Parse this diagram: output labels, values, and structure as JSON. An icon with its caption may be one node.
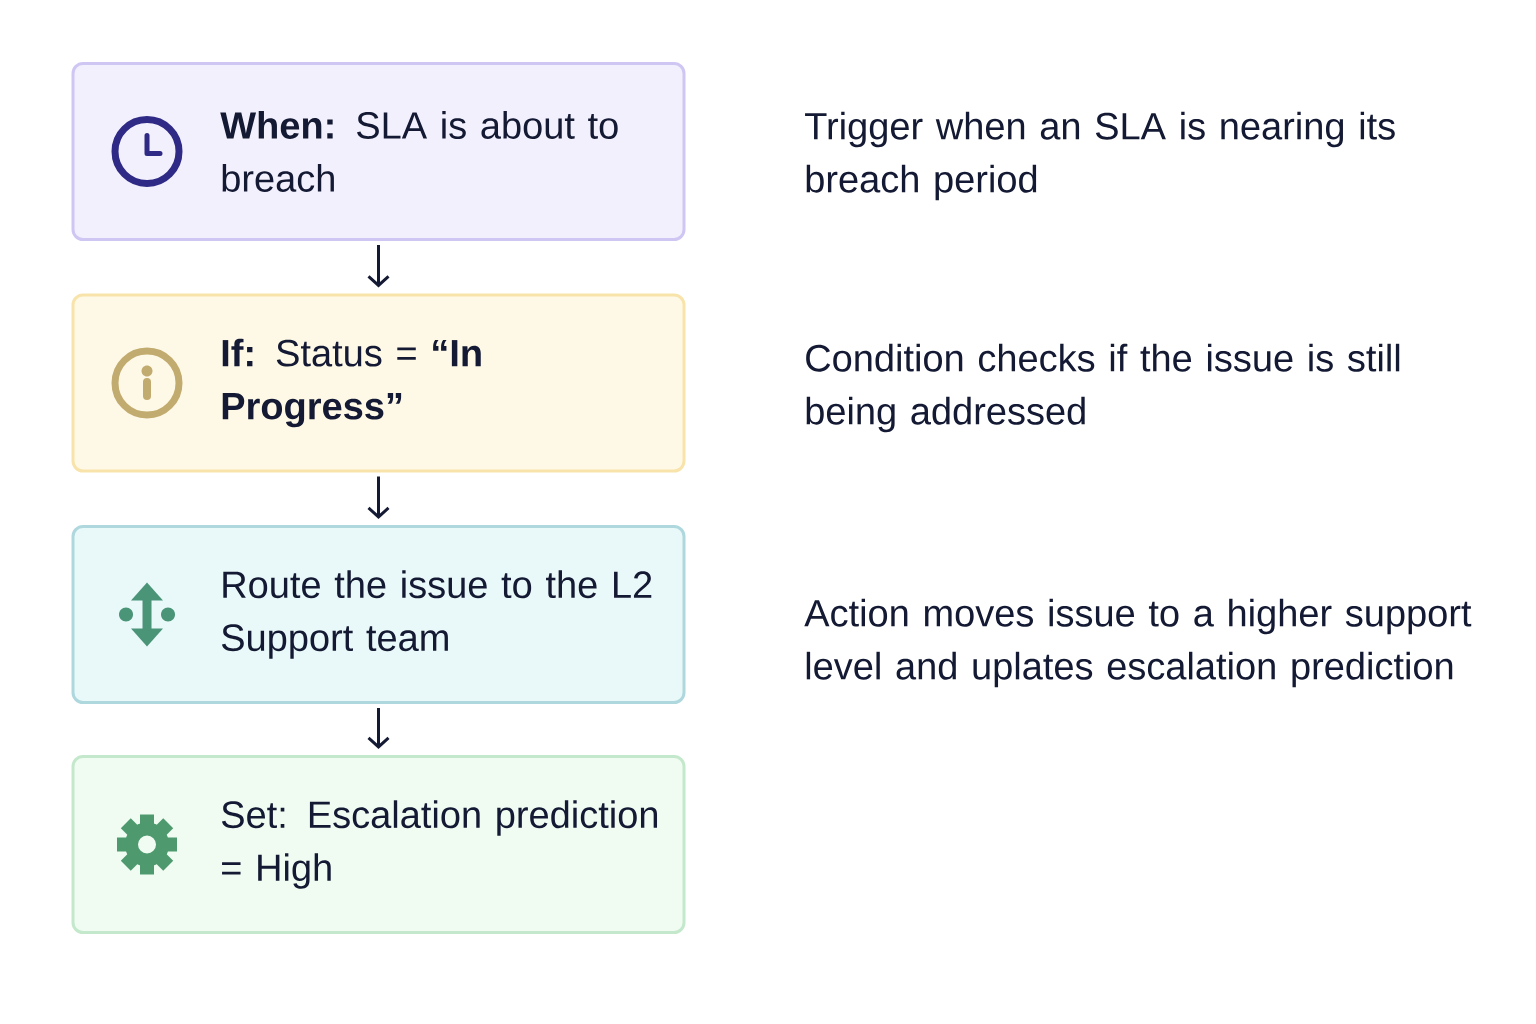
{
  "diagram": {
    "nodes": [
      {
        "text": [
          "**When:** SLA is about to breach"
        ],
        "beside": [
          "Trigger when an SLA is nearing its breach period"
        ]
      },
      {
        "text": [
          "**If:** Status = **“In Progress”**"
        ],
        "beside": [
          "Condition checks if the issue is still being addressed"
        ]
      },
      {
        "text": [
          "Route the issue to the L2 Support team"
        ],
        "beside": [
          "Action moves issue to a higher support level and uplates escalation prediction"
        ]
      },
      {
        "text": [
          "Set: Escalation prediction = High"
        ]
      }
    ],
    "edges": [
      {
        "from": 0,
        "to": 1,
        "arrow": "to"
      },
      {
        "from": 1,
        "to": 2,
        "arrow": "to"
      },
      {
        "from": 2,
        "to": 3,
        "arrow": "to"
      }
    ]
  }
}
